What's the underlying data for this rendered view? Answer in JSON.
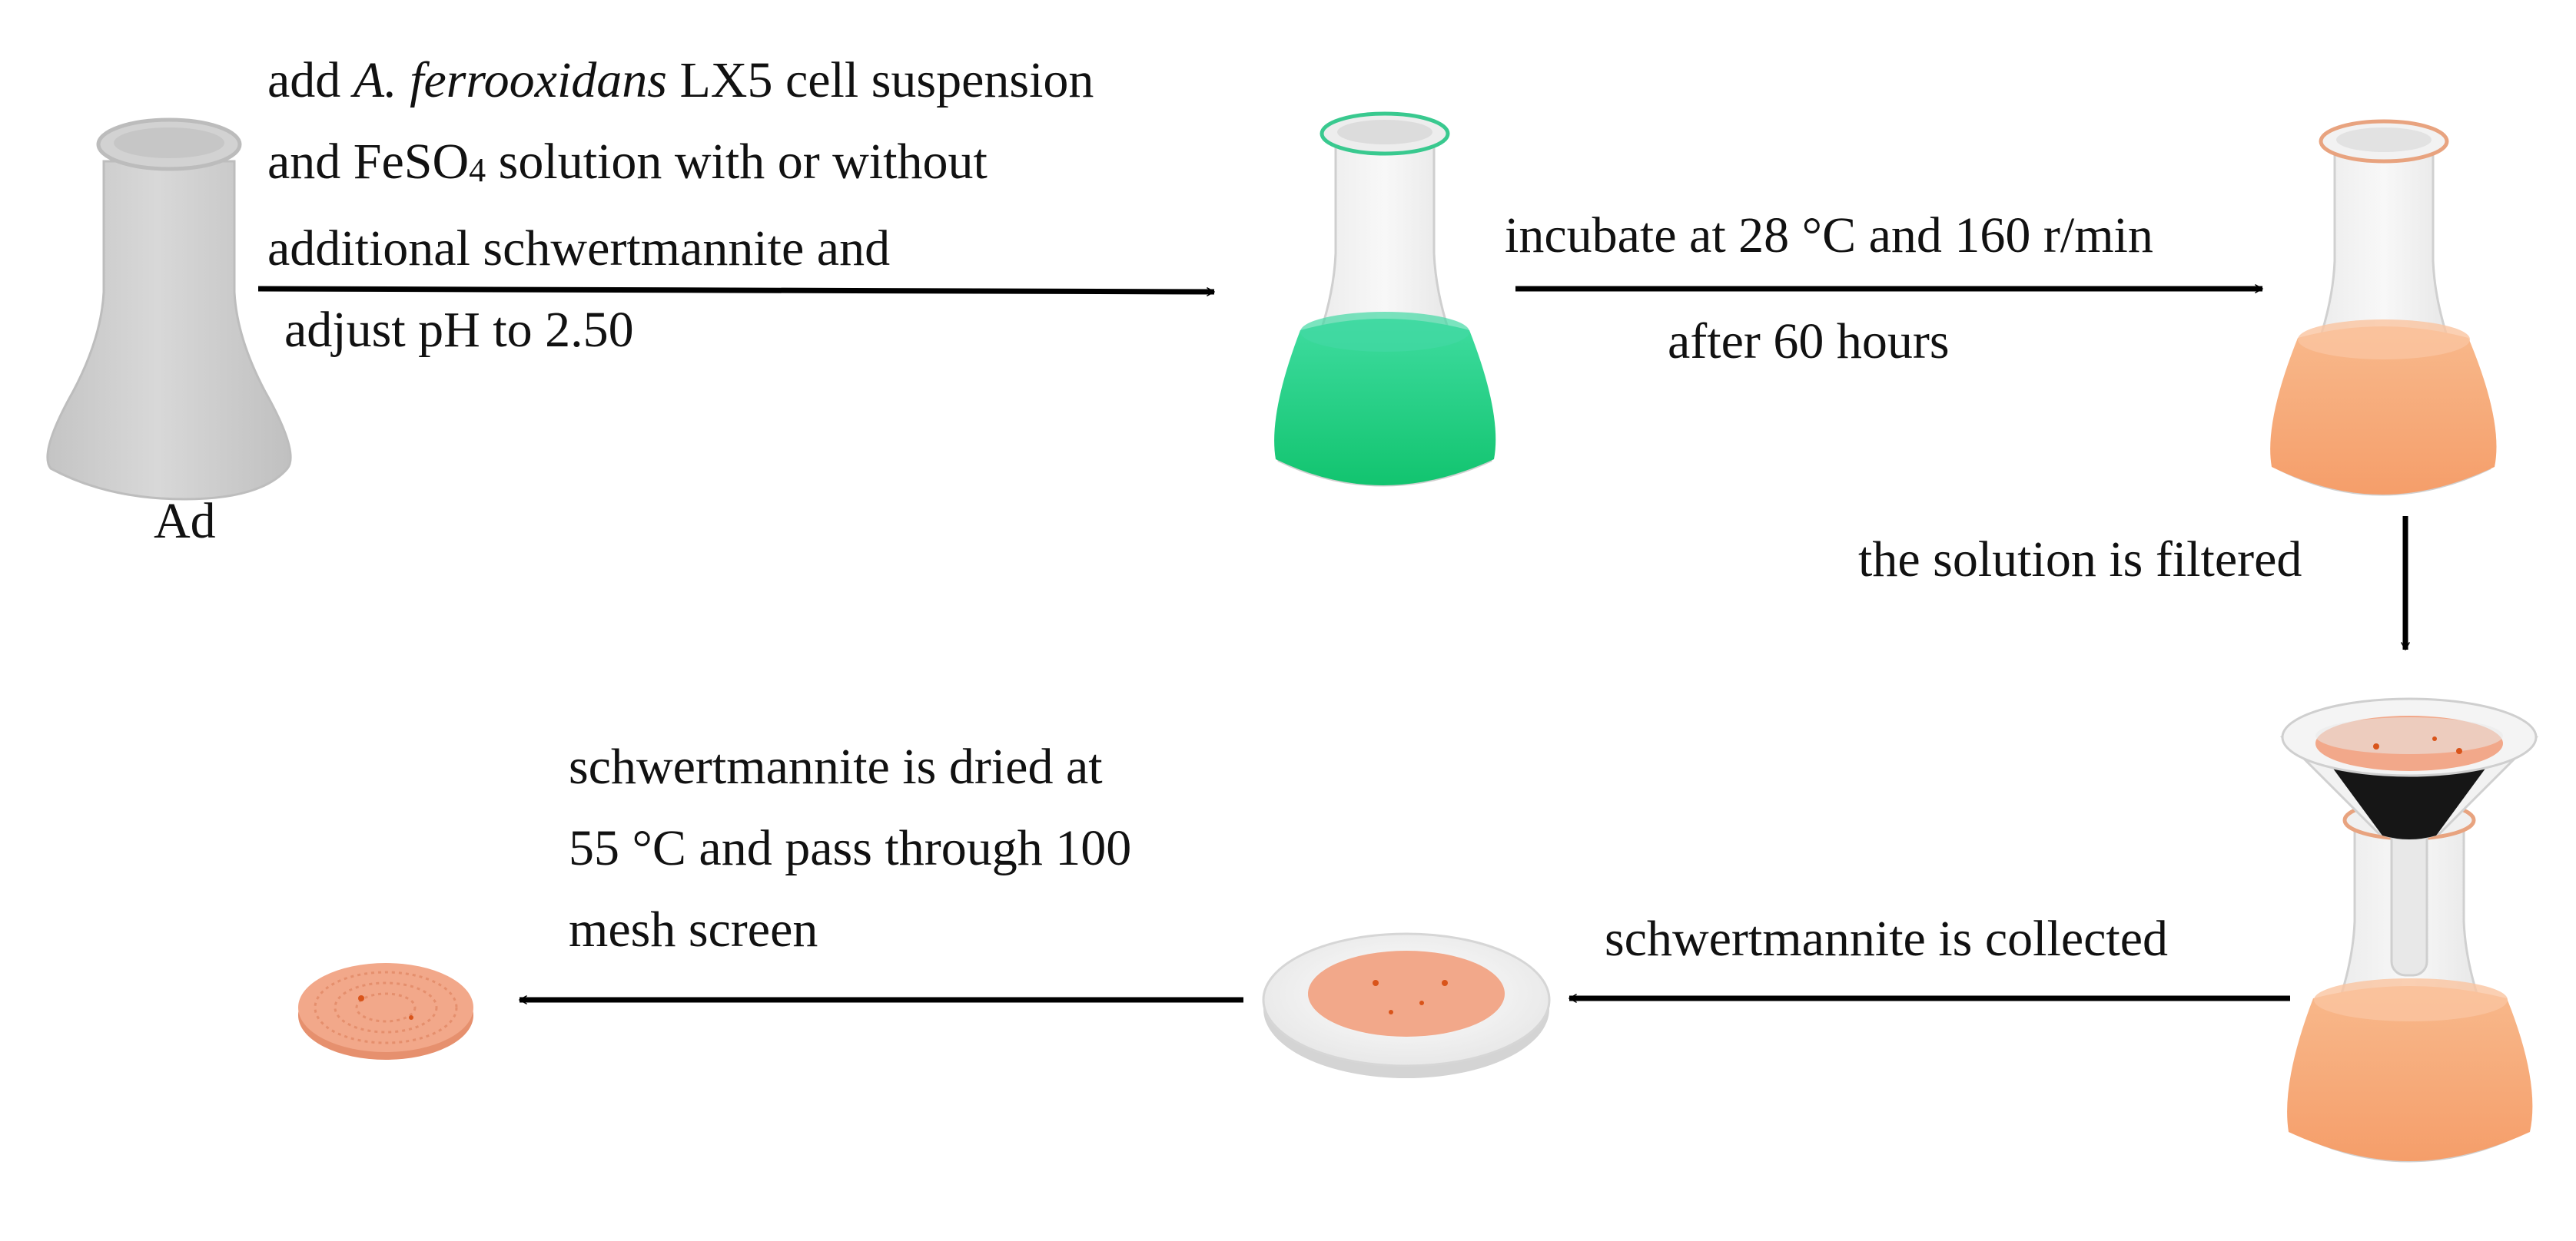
{
  "flask_label": "Ad",
  "steps": {
    "add": {
      "line1_pre": "add ",
      "line1_species": "A. ferrooxidans",
      "line1_post": " LX5 cell suspension",
      "line2_pre": "and FeSO",
      "line2_sub": "4",
      "line2_post": " solution with or without",
      "line3": "additional schwertmannite and",
      "line4": "adjust pH to 2.50"
    },
    "incubate": {
      "top": "incubate at 28 °C and 160 r/min",
      "bottom": "after 60 hours"
    },
    "filter": "the solution is filtered",
    "collect": "schwertmannite is collected",
    "dry": {
      "line1": "schwertmannite is dried at",
      "line2": "55 °C and pass through 100",
      "line3": "mesh screen"
    }
  },
  "colors": {
    "empty_flask": "#cfcfcf",
    "green_liquid": "#1fc97e",
    "orange_liquid": "#f7a777",
    "schwertmannite": "#f2a88a",
    "funnel_dark": "#1a1a1a",
    "arrow": "#000000"
  }
}
